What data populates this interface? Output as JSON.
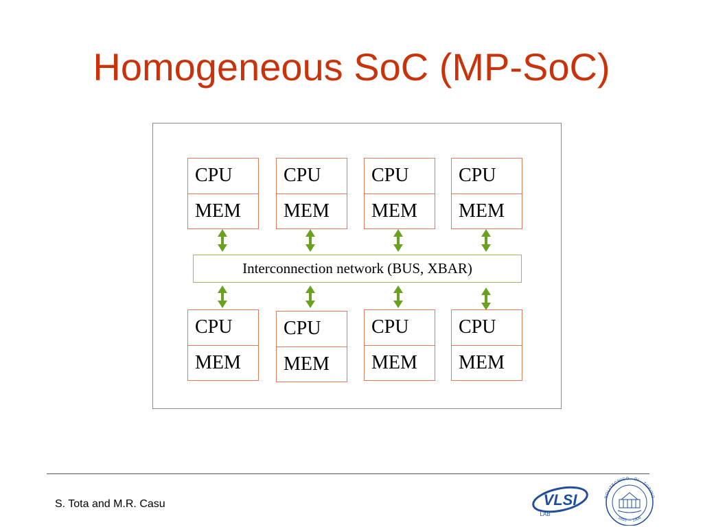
{
  "slide": {
    "title": "Homogeneous SoC (MP-SoC)",
    "author": "S. Tota and M.R. Casu"
  },
  "diagram": {
    "top_row": [
      {
        "cpu": "CPU",
        "mem": "MEM"
      },
      {
        "cpu": "CPU",
        "mem": "MEM"
      },
      {
        "cpu": "CPU",
        "mem": "MEM"
      },
      {
        "cpu": "CPU",
        "mem": "MEM"
      }
    ],
    "bottom_row": [
      {
        "cpu": "CPU",
        "mem": "MEM"
      },
      {
        "cpu": "CPU",
        "mem": "MEM"
      },
      {
        "cpu": "CPU",
        "mem": "MEM"
      },
      {
        "cpu": "CPU",
        "mem": "MEM"
      }
    ],
    "network_label": "Interconnection network (BUS, XBAR)"
  },
  "logos": {
    "vlsi": {
      "text": "VLSI",
      "sub": "LAB"
    },
    "polito": {
      "text": "POLITECNICO · DI · TORINO",
      "years": "1859 — 1906"
    }
  },
  "colors": {
    "title": "#c8330b",
    "node_border": "#e07a5a",
    "network_border": "#9ab56a",
    "arrow": "#6aa121",
    "logo_blue": "#1f4e9c"
  }
}
